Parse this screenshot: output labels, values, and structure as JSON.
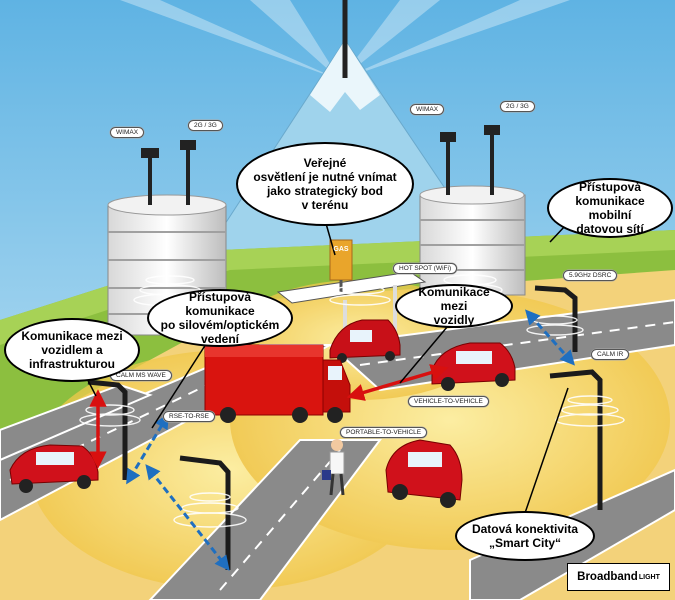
{
  "bubbles": {
    "lighting": "Veřejné\nosvětlení je nutné vnímat\njako strategický bod\nv terénu",
    "mobile_access": "Přístupová\nkomunikace mobilní\ndatovou sítí",
    "fiber_access": "Přístupová komunikace\npo silovém/optickém\nvedení",
    "v2v": "Komunikace mezi\nvozidly",
    "v2i": "Komunikace mezi\nvozidlem a\ninfrastrukturou",
    "smart_city": "Datová konektivita\n„Smart City“"
  },
  "tags": {
    "wimax_left": "WIMAX",
    "g23_left": "2G / 3G",
    "wimax_right": "WIMAX",
    "g23_right": "2G / 3G",
    "hotspot": "HOT SPOT (WiFi)",
    "dsrc": "5.9GHz DSRC",
    "calm_ir": "CALM IR",
    "calm_ms": "CALM MS WAVE",
    "rse": "RSE-TO-RSE",
    "v2v_tag": "VEHICLE-TO-VEHICLE",
    "portable": "PORTABLE-TO-VEHICLE"
  },
  "gas_sign": "GAS",
  "brand": {
    "name": "Broadband",
    "sup": "LIGHT"
  },
  "colors": {
    "sky": "#7fc4e8",
    "grass": "#8cbf3f",
    "road": "#8a8a8a",
    "plaza": "#f3d27a",
    "signal_yellow": "#f8e36b",
    "car_red": "#d0111b",
    "truck_red": "#d9140f",
    "arrow_blue": "#1f6fc0",
    "arrow_red": "#d8100f"
  }
}
